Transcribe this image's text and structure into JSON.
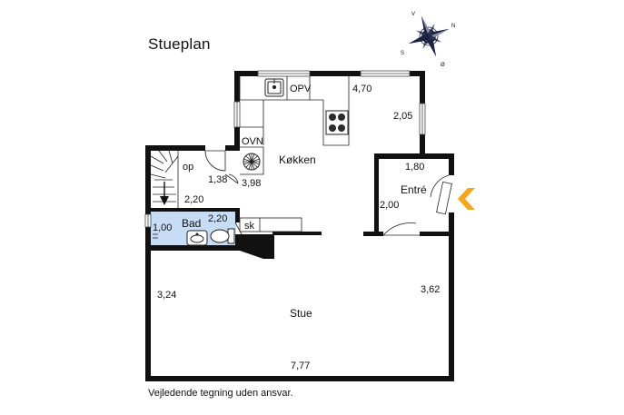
{
  "title": "Stueplan",
  "disclaimer": "Vejledende tegning uden ansvar.",
  "compass": {
    "letters": {
      "north": "N",
      "south": "S",
      "east": "Ø",
      "west": "V"
    }
  },
  "rooms": {
    "kitchen": "Køkken",
    "living": "Stue",
    "entry": "Entré",
    "bath": "Bad"
  },
  "fixtures": {
    "dishwasher": "OPV",
    "oven": "OVN",
    "cabinet": "sk",
    "stairs_up": "op"
  },
  "dimensions": {
    "kitchen_width": "4,70",
    "kitchen_right": "2,05",
    "kitchen_lower": "3,98",
    "hall_width": "1,38",
    "stair_width": "2,20",
    "bath_width": "2,20",
    "bath_depth": "1,00",
    "entry_width": "1,80",
    "entry_depth": "2,00",
    "living_left": "3,24",
    "living_right": "3,62",
    "living_width": "7,77"
  },
  "colors": {
    "wall": "#111111",
    "bath_fill": "#c7dcf5",
    "entrance_arrow": "#f2a81d",
    "compass_dark": "#1c2240"
  }
}
